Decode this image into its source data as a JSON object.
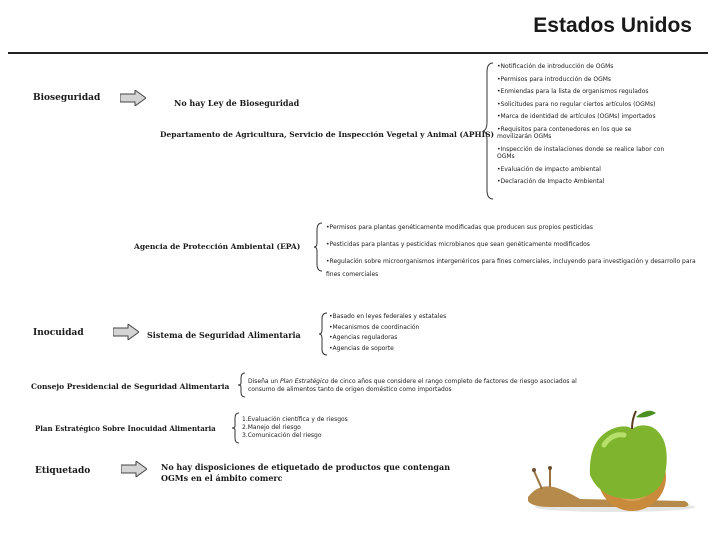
{
  "header": {
    "title": "Estados Unidos"
  },
  "bioseguridad": {
    "label": "Bioseguridad",
    "law": "No hay Ley de Bioseguridad",
    "aphis": "Departamento de Agricultura, Servicio de Inspección Vegetal y Animal (APHIS)",
    "aphis_items": [
      "•Notificación de introducción de OGMs",
      "•Permisos para introducción de OGMs",
      "•Enmiendas para la lista de organismos regulados",
      "•Solicitudes para no regular ciertos artículos (OGMs)",
      "•Marca de identidad de artículos (OGMs) importados",
      "•Requisitos para contenedores en los que se movilizarán OGMs",
      "•Inspección de instalaciones donde se realice labor con OGMs",
      "•Evaluación de impacto ambiental",
      "•Declaración de Impacto Ambiental"
    ],
    "epa": "Agencia de Protección Ambiental (EPA)",
    "epa_items": [
      "•Permisos para plantas genéticamente modificadas que producen sus propios pesticidas",
      "•Pesticidas para plantas y pesticidas microbianos que sean genéticamente modificados",
      "•Regulación sobre microorganismos intergenéricos para fines comerciales, incluyendo para investigación y desarrollo para fines comerciales"
    ]
  },
  "inocuidad": {
    "label": "Inocuidad",
    "system": "Sistema de Seguridad Alimentaria",
    "system_items": [
      "•Basado en leyes federales y estatales",
      "•Mecanismos de coordinación",
      "•Agencias reguladoras",
      "•Agencias de soporte"
    ],
    "council": "Consejo Presidencial de Seguridad Alimentaria",
    "council_text_pre": "Diseña un ",
    "council_text_em": "Plan Estratégico",
    "council_text_post": " de cinco años que considere el rango completo de factores de riesgo asociados al consumo de alimentos tanto de origen doméstico como importados",
    "plan": "Plan Estratégico Sobre Inocuidad Alimentaria",
    "plan_items": [
      "1.Evaluación científica y de riesgos",
      "2.Manejo del riesgo",
      "3.Comunicación del riesgo"
    ]
  },
  "etiquetado": {
    "label": "Etiquetado",
    "text": "No hay disposiciones de etiquetado de productos que contengan OGMs en el ámbito comerc"
  },
  "colors": {
    "arrow_fill": "#d4d4d4",
    "arrow_stroke": "#444444",
    "apple": "#7fb52e",
    "snail_shell": "#c98a3c"
  }
}
